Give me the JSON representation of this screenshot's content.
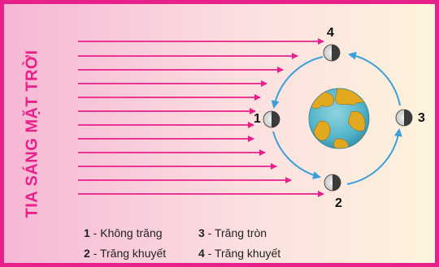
{
  "diagram": {
    "sun_rays_label": "TIA SÁNG MẶT TRỜI",
    "positions": [
      {
        "number": "1"
      },
      {
        "number": "2"
      },
      {
        "number": "3"
      },
      {
        "number": "4"
      }
    ],
    "legend": [
      {
        "number": "1",
        "text": " - Không trăng"
      },
      {
        "number": "3",
        "text": " - Trăng tròn"
      },
      {
        "number": "2",
        "text": " - Trăng khuyết"
      },
      {
        "number": "4",
        "text": " - Trăng khuyết"
      }
    ],
    "colors": {
      "ray": "#e8208a",
      "orbit": "#3aa0dc",
      "border": "#e8208a",
      "background_left": "#f5b8d6",
      "background_right": "#fdf3de"
    }
  }
}
